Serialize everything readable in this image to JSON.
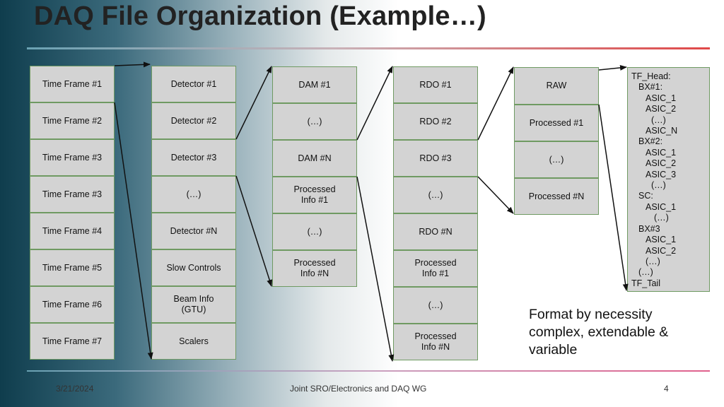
{
  "title": "DAQ File Organization (Example…)",
  "columns": {
    "time_frames": [
      "Time Frame #1",
      "Time Frame #2",
      "Time Frame #3",
      "Time Frame #3",
      "Time Frame #4",
      "Time Frame #5",
      "Time Frame #6",
      "Time Frame #7"
    ],
    "detectors": [
      "Detector #1",
      "Detector #2",
      "Detector #3",
      "(…)",
      "Detector #N",
      "Slow Controls",
      "Beam Info (GTU)",
      "Scalers"
    ],
    "dams": [
      "DAM #1",
      "(…)",
      "DAM #N",
      "Processed Info #1",
      "(…)",
      "Processed Info #N"
    ],
    "rdos": [
      "RDO #1",
      "RDO #2",
      "RDO #3",
      "(…)",
      "RDO #N",
      "Processed Info #1",
      "(…)",
      "Processed Info #N"
    ],
    "raw": [
      "RAW",
      "Processed #1",
      "(…)",
      "Processed #N"
    ]
  },
  "tf_structure": [
    "TF_Head:",
    "BX#1:",
    "ASIC_1",
    "ASIC_2",
    "(…)",
    "ASIC_N",
    "BX#2:",
    "ASIC_1",
    "ASIC_2",
    "ASIC_3",
    "(…)",
    "SC:",
    "ASIC_1",
    "(…)",
    "BX#3",
    "ASIC_1",
    "ASIC_2",
    "(…)",
    "(…)",
    "TF_Tail"
  ],
  "callout": "Format by necessity complex, extendable & variable",
  "footer": {
    "date": "3/21/2024",
    "center": "Joint SRO/Electronics and DAQ WG",
    "page": "4"
  }
}
